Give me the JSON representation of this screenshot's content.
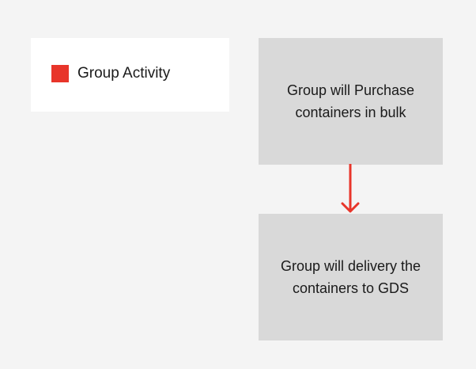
{
  "legend": {
    "label": "Group Activity",
    "swatch_color": "#e8352a"
  },
  "steps": [
    {
      "text": "Group will Purchase\ncontainers in bulk"
    },
    {
      "text": "Group will delivery the\ncontainers to GDS"
    }
  ],
  "connector": {
    "color": "#e8352a"
  }
}
